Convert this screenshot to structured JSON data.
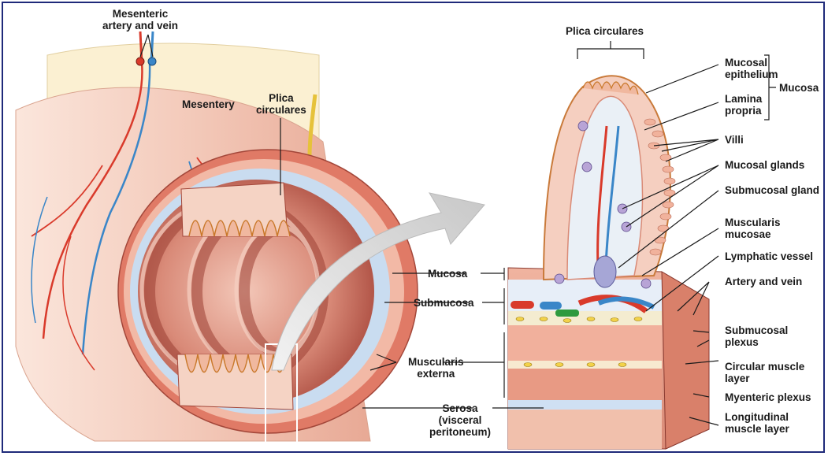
{
  "labels": {
    "mesenteric": "Mesenteric\nartery and vein",
    "mesentery": "Mesentery",
    "plica_left": "Plica\ncirculares",
    "plica_top": "Plica circulares",
    "mucosal_epithelium": "Mucosal\nepithelium",
    "mucosa_bracket": "Mucosa",
    "lamina_propria": "Lamina\npropria",
    "villi": "Villi",
    "mucosal_glands": "Mucosal glands",
    "submucosal_gland": "Submucosal gland",
    "muscularis_mucosae": "Muscularis\nmucosae",
    "lymphatic_vessel": "Lymphatic vessel",
    "artery_vein": "Artery and vein",
    "submucosal_plexus": "Submucosal\nplexus",
    "circular_muscle": "Circular muscle\nlayer",
    "myenteric_plexus": "Myenteric plexus",
    "longitudinal_muscle": "Longitudinal\nmuscle layer",
    "mucosa_mid": "Mucosa",
    "submucosa_mid": "Submucosa",
    "muscularis_externa": "Muscularis\nexterna",
    "serosa": "Serosa\n(visceral\nperitoneum)"
  },
  "colors": {
    "frame": "#1f2a7a",
    "tissue_pink": "#e9a08a",
    "tissue_dark": "#b85a4a",
    "serosa_cream": "#f7e9c8",
    "artery": "#d93a2b",
    "vein": "#3a86c8",
    "arrow_gray": "#d8d8d8"
  }
}
